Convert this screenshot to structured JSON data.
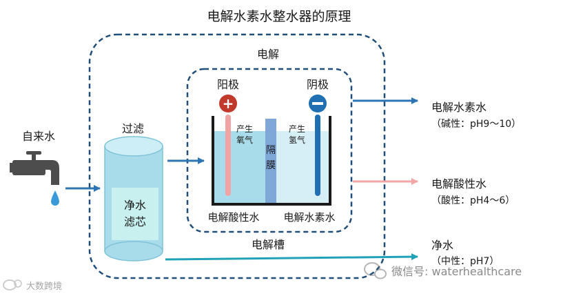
{
  "title": "电解水素水整水器的原理",
  "labels": {
    "electrolysis": "电解",
    "anode": "阳极",
    "cathode": "阴极",
    "anode_gas_1": "产生",
    "anode_gas_2": "氧气",
    "cathode_gas_1": "产生",
    "cathode_gas_2": "氢气",
    "membrane_1": "隔",
    "membrane_2": "膜",
    "acidic_side": "电解酸性水",
    "alkaline_side": "电解水素水",
    "filter_title": "过滤",
    "filter_core_1": "净水",
    "filter_core_2": "滤芯",
    "tap_water": "自来水",
    "cell_label": "电解槽",
    "plus_symbol": "+",
    "minus_symbol": "−"
  },
  "outputs": [
    {
      "name": "电解水素水",
      "detail": "（碱性：pH9～10）"
    },
    {
      "name": "电解酸性水",
      "detail": "（酸性：pH4～6）"
    },
    {
      "name": "净水",
      "detail": "（中性：pH7）"
    }
  ],
  "watermarks": {
    "left": "大数跨境",
    "right": "微信号: waterhealthcare"
  },
  "colors": {
    "dash_border": "#1f4e79",
    "arrow_blue": "#2e75b6",
    "arrow_pink": "#f4a6a6",
    "arrow_teal": "#1fa2b8",
    "anode_red": "#c0392b",
    "cathode_blue": "#1f6fb2",
    "water_left": "#a9dcea",
    "water_right": "#d6eef6",
    "membrane": "#7fa7d8",
    "filter_body": "#a9dcea",
    "filter_core": "#c8f0ee"
  },
  "icons": [
    "faucet-icon",
    "water-drop-icon",
    "wechat-icon",
    "weibo-icon"
  ]
}
